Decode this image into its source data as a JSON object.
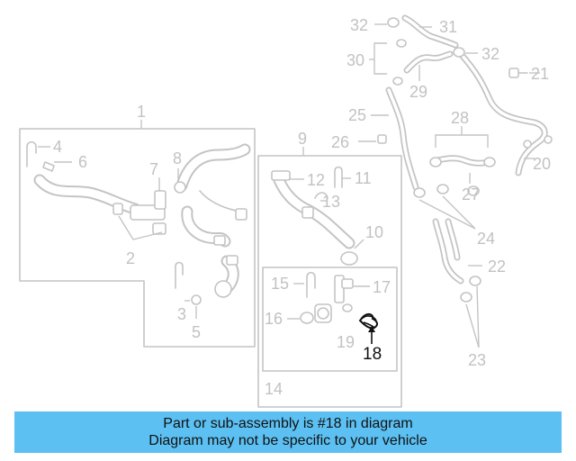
{
  "callouts": {
    "c1": "1",
    "c2": "2",
    "c3": "3",
    "c4": "4",
    "c5": "5",
    "c6": "6",
    "c7": "7",
    "c8": "8",
    "c9": "9",
    "c10": "10",
    "c11": "11",
    "c12": "12",
    "c13": "13",
    "c14": "14",
    "c15": "15",
    "c16": "16",
    "c17": "17",
    "c18": "18",
    "c19": "19",
    "c20": "20",
    "c21": "21",
    "c22": "22",
    "c23": "23",
    "c24": "24",
    "c25": "25",
    "c26": "26",
    "c27": "27",
    "c28": "28",
    "c29": "29",
    "c30": "30",
    "c31": "31",
    "c32a": "32",
    "c32b": "32"
  },
  "highlighted_part": "18",
  "colors": {
    "highlight": "#111111",
    "faded": "#c4c4c4",
    "banner": "#5cc0f2"
  },
  "banner": {
    "line1": "Part or sub-assembly is #18 in diagram",
    "line2": "Diagram may not be specific to your vehicle"
  }
}
